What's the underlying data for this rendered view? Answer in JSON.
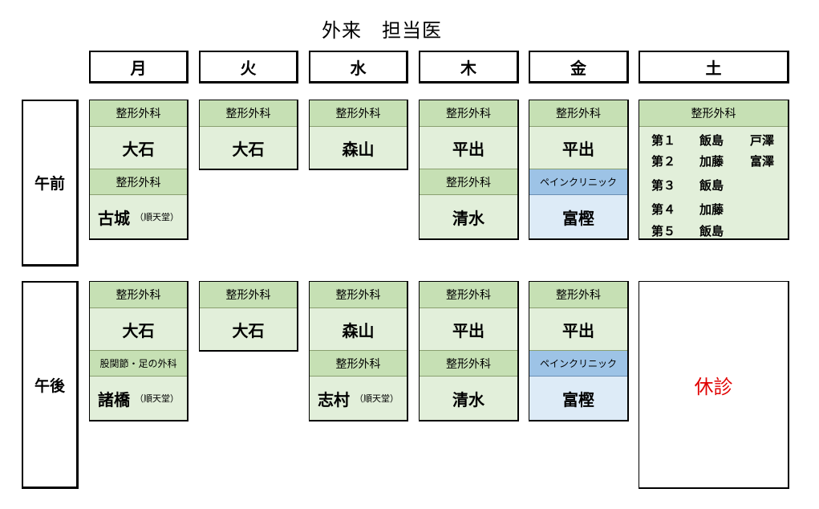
{
  "title": "外来　担当医",
  "days": [
    "月",
    "火",
    "水",
    "木",
    "金",
    "土"
  ],
  "rows": [
    "午前",
    "午後"
  ],
  "am": {
    "mon": [
      {
        "dept": "整形外科",
        "doctor": "大石",
        "note": ""
      },
      {
        "dept": "整形外科",
        "doctor": "古城",
        "note": "（順天堂）"
      }
    ],
    "tue": [
      {
        "dept": "整形外科",
        "doctor": "大石"
      }
    ],
    "wed": [
      {
        "dept": "整形外科",
        "doctor": "森山"
      }
    ],
    "thu": [
      {
        "dept": "整形外科",
        "doctor": "平出"
      },
      {
        "dept": "整形外科",
        "doctor": "清水"
      }
    ],
    "fri": [
      {
        "dept": "整形外科",
        "doctor": "平出"
      },
      {
        "dept": "ペインクリニック",
        "doctor": "富樫"
      }
    ],
    "sat": {
      "dept": "整形外科",
      "weeks": [
        {
          "week": "第１",
          "doctors": [
            "飯島",
            "戸澤"
          ]
        },
        {
          "week": "第２",
          "doctors": [
            "加藤",
            "富澤"
          ]
        },
        {
          "week": "第３",
          "doctors": [
            "飯島",
            ""
          ]
        },
        {
          "week": "第４",
          "doctors": [
            "加藤",
            ""
          ]
        },
        {
          "week": "第５",
          "doctors": [
            "飯島",
            ""
          ]
        }
      ]
    }
  },
  "pm": {
    "mon": [
      {
        "dept": "整形外科",
        "doctor": "大石"
      },
      {
        "dept": "股関節・足の外科",
        "doctor": "諸橋",
        "note": "（順天堂）"
      }
    ],
    "tue": [
      {
        "dept": "整形外科",
        "doctor": "大石"
      }
    ],
    "wed": [
      {
        "dept": "整形外科",
        "doctor": "森山"
      },
      {
        "dept": "整形外科",
        "doctor": "志村",
        "note": "（順天堂）"
      }
    ],
    "thu": [
      {
        "dept": "整形外科",
        "doctor": "平出"
      },
      {
        "dept": "整形外科",
        "doctor": "清水"
      }
    ],
    "fri": [
      {
        "dept": "整形外科",
        "doctor": "平出"
      },
      {
        "dept": "ペインクリニック",
        "doctor": "富樫"
      }
    ],
    "sat": {
      "status": "休診"
    }
  },
  "colors": {
    "dept_band": "#c6e0b4",
    "doctor_cell": "#e2efda",
    "pain_band": "#9dc3e6",
    "pain_cell": "#ddebf7",
    "closed_text": "#e00000"
  }
}
